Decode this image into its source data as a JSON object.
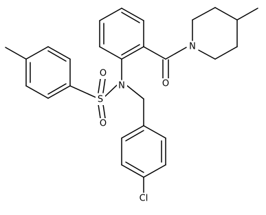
{
  "atoms": {
    "sulfur": "S",
    "oxygen_sulfonyl_upper": "O",
    "oxygen_sulfonyl_lower": "O",
    "nitrogen_sulfonamide": "N",
    "oxygen_carbonyl": "O",
    "nitrogen_piperidine": "N",
    "chlorine": "Cl"
  }
}
